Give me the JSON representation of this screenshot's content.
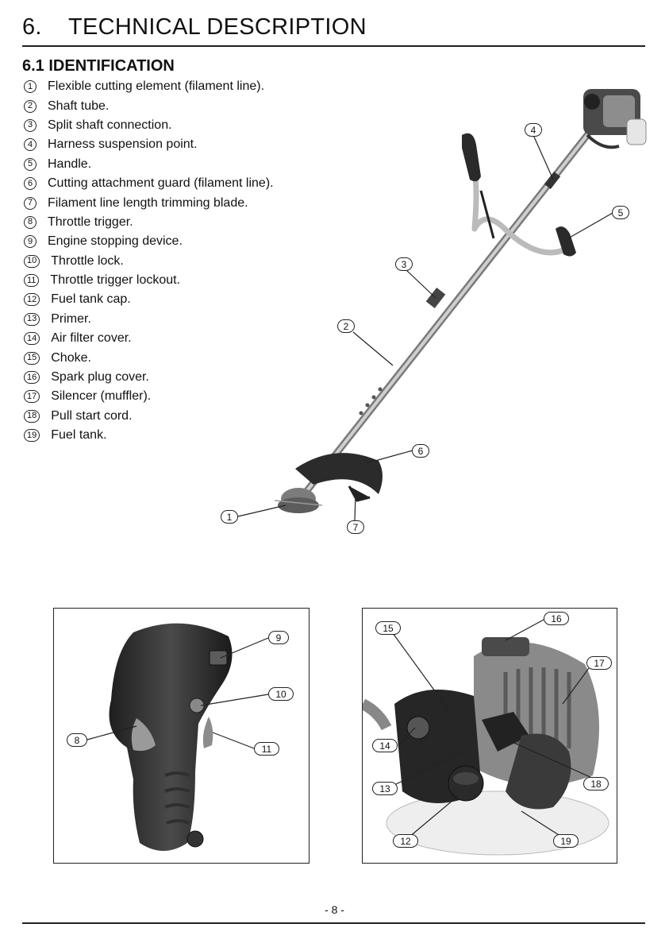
{
  "section": {
    "number": "6.",
    "title": "TECHNICAL DESCRIPTION"
  },
  "subsection": {
    "title": "6.1 IDENTIFICATION"
  },
  "parts": [
    {
      "num": "1",
      "label": "Flexible cutting element (filament line)."
    },
    {
      "num": "2",
      "label": "Shaft tube."
    },
    {
      "num": "3",
      "label": "Split shaft connection."
    },
    {
      "num": "4",
      "label": "Harness suspension point."
    },
    {
      "num": "5",
      "label": "Handle."
    },
    {
      "num": "6",
      "label": "Cutting attachment guard (filament line)."
    },
    {
      "num": "7",
      "label": "Filament line length trimming blade."
    },
    {
      "num": "8",
      "label": "Throttle trigger."
    },
    {
      "num": "9",
      "label": "Engine stopping device."
    },
    {
      "num": "10",
      "label": "Throttle lock."
    },
    {
      "num": "11",
      "label": "Throttle trigger lockout."
    },
    {
      "num": "12",
      "label": "Fuel tank cap."
    },
    {
      "num": "13",
      "label": "Primer."
    },
    {
      "num": "14",
      "label": "Air filter cover."
    },
    {
      "num": "15",
      "label": "Choke."
    },
    {
      "num": "16",
      "label": "Spark plug cover."
    },
    {
      "num": "17",
      "label": "Silencer (muffler)."
    },
    {
      "num": "18",
      "label": "Pull start cord."
    },
    {
      "num": "19",
      "label": "Fuel tank."
    }
  ],
  "callouts": {
    "c1": "1",
    "c2": "2",
    "c3": "3",
    "c4": "4",
    "c5": "5",
    "c6": "6",
    "c7": "7",
    "c8": "8",
    "c9": "9",
    "c10": "10",
    "c11": "11",
    "c12": "12",
    "c13": "13",
    "c14": "14",
    "c15": "15",
    "c16": "16",
    "c17": "17",
    "c18": "18",
    "c19": "19"
  },
  "footer": {
    "page": "- 8 -"
  }
}
